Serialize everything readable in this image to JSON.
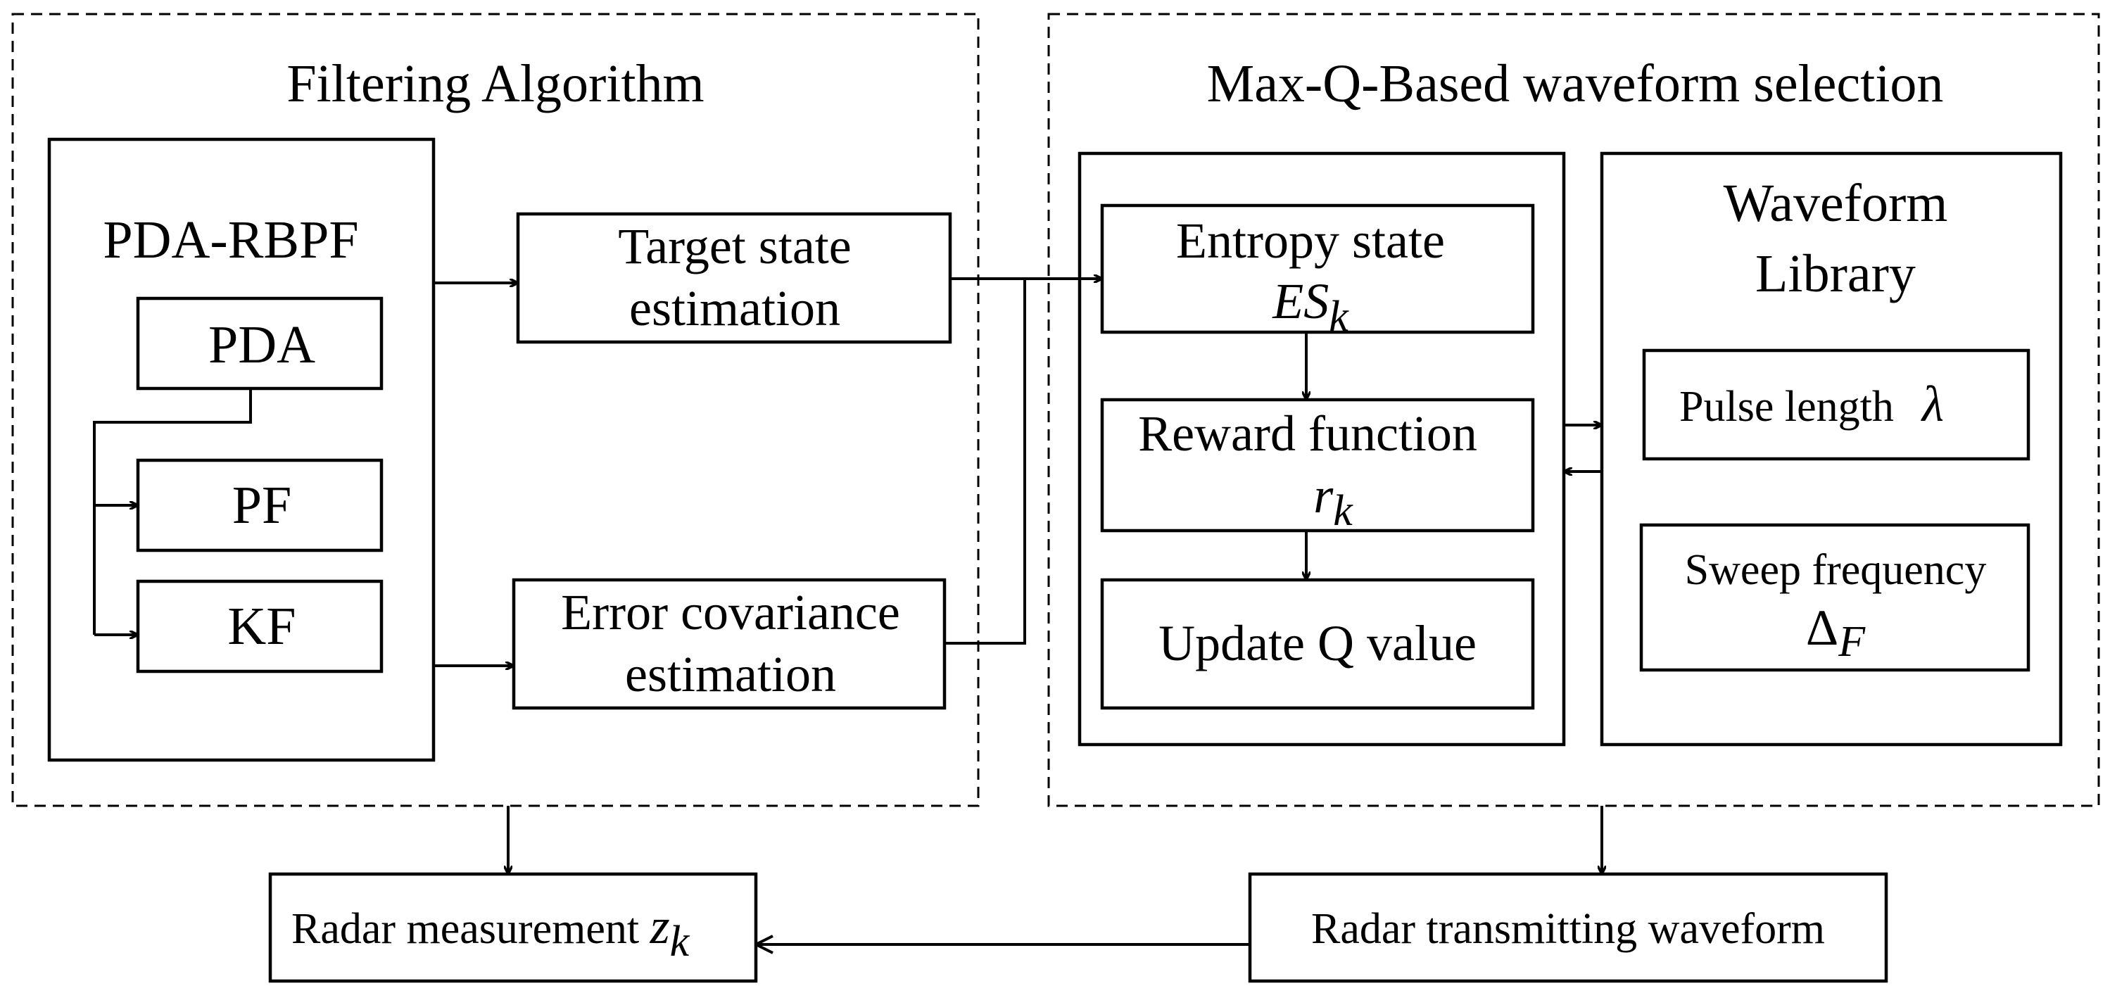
{
  "panels": {
    "filtering": {
      "title": "Filtering Algorithm"
    },
    "selection": {
      "title": "Max-Q-Based waveform selection"
    }
  },
  "filter_block": {
    "label": "PDA-RBPF",
    "sub": {
      "pda": "PDA",
      "pf": "PF",
      "kf": "KF"
    }
  },
  "estimates": {
    "target": {
      "line1": "Target state",
      "line2": "estimation"
    },
    "error": {
      "line1": "Error covariance",
      "line2": "estimation"
    }
  },
  "qlearning": {
    "entropy": {
      "label": "Entropy state",
      "symbol": "ES",
      "subscript": "k"
    },
    "reward": {
      "label": "Reward function",
      "symbol": "r",
      "subscript": "k"
    },
    "update": {
      "label": "Update Q value"
    }
  },
  "library": {
    "title_line1": "Waveform",
    "title_line2": "Library",
    "pulse": {
      "label": "Pulse length",
      "symbol": "λ"
    },
    "sweep": {
      "label": "Sweep frequency",
      "symbol": "Δ",
      "subscript": "F"
    }
  },
  "radar": {
    "measurement": {
      "label": "Radar measurement ",
      "symbol": "z",
      "subscript": "k"
    },
    "transmit": {
      "label": "Radar transmitting waveform"
    }
  }
}
